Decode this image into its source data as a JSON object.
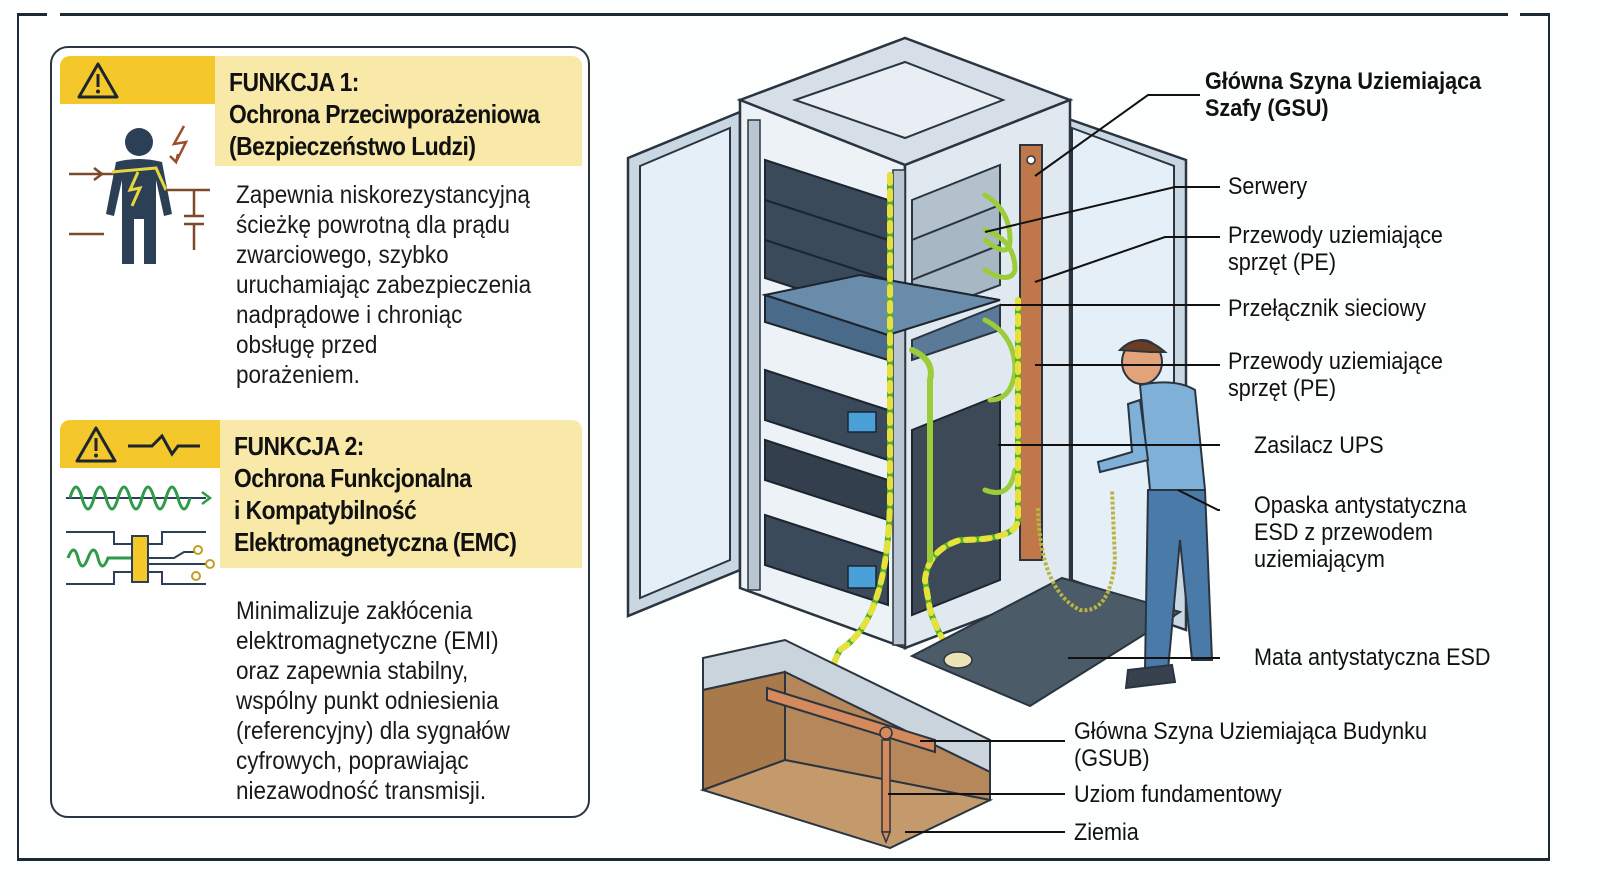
{
  "functions": [
    {
      "title_lines": [
        "FUNKCJA 1:",
        "Ochrona Przeciwporażeniowa",
        "(Bezpieczeństwo Ludzi)"
      ],
      "description_lines": [
        "Zapewnia niskorezystancyjną",
        "ścieżkę powrotną dla prądu",
        "zwarciowego, szybko",
        "uruchamiając zabezpieczenia",
        "nadprądowe i chroniąc",
        "obsługę przed",
        "porażeniem."
      ],
      "icons": [
        "warning-triangle-icon",
        "person-electric-shock-icon"
      ]
    },
    {
      "title_lines": [
        "FUNKCJA 2:",
        "Ochrona Funkcjonalna",
        "i Kompatybilność",
        "Elektromagnetyczna (EMC)"
      ],
      "description_lines": [
        "Minimalizuje zakłócenia",
        "elektromagnetyczne (EMI)",
        "oraz zapewnia stabilny,",
        "wspólny punkt odniesienia",
        "(referencyjny) dla sygnałów",
        "cyfrowych, poprawiając",
        "niezawodność transmisji."
      ],
      "icons": [
        "warning-triangle-icon",
        "signal-wave-icon",
        "emi-filter-circuit-icon"
      ]
    }
  ],
  "labels": {
    "gsu_line1": "Główna Szyna Uziemiająca",
    "gsu_line2": "Szafy (GSU)",
    "servers": "Serwery",
    "pe1_line1": "Przewody uziemiające",
    "pe1_line2": "sprzęt (PE)",
    "switch": "Przełącznik sieciowy",
    "pe2_line1": "Przewody uziemiające",
    "pe2_line2": "sprzęt (PE)",
    "ups": "Zasilacz UPS",
    "esd_band_line1": "Opaska antystatyczna",
    "esd_band_line2": "ESD z przewodem",
    "esd_band_line3": "uziemiającym",
    "esd_mat": "Mata antystatyczna ESD",
    "gsub_line1": "Główna Szyna Uziemiająca Budynku",
    "gsub_line2": "(GSUB)",
    "foundation_electrode": "Uziom fundamentowy",
    "earth": "Ziemia"
  },
  "colors": {
    "accent_yellow": "#f4c82b",
    "title_bg": "#f8e9a8",
    "navy": "#2b3f55",
    "copper": "#c0774a",
    "pe_green": "#58b030",
    "pe_yellow": "#e6e23a"
  }
}
